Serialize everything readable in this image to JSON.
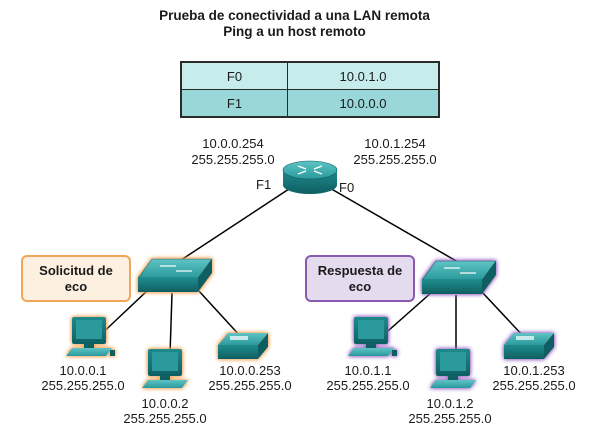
{
  "title": {
    "line1": "Prueba de conectividad a una LAN remota",
    "line2": "Ping a un host remoto"
  },
  "routing_table": [
    {
      "interface": "F0",
      "network": "10.0.1.0"
    },
    {
      "interface": "F1",
      "network": "10.0.0.0"
    }
  ],
  "router": {
    "left_ip": "10.0.0.254",
    "left_mask": "255.255.255.0",
    "right_ip": "10.0.1.254",
    "right_mask": "255.255.255.0",
    "port_left": "F1",
    "port_right": "F0"
  },
  "callouts": {
    "request": "Solicitud de eco",
    "reply": "Respuesta de eco"
  },
  "hosts": {
    "left_pc1": {
      "ip": "10.0.0.1",
      "mask": "255.255.255.0"
    },
    "left_pc2": {
      "ip": "10.0.0.2",
      "mask": "255.255.255.0"
    },
    "left_printer": {
      "ip": "10.0.0.253",
      "mask": "255.255.255.0"
    },
    "right_pc1": {
      "ip": "10.0.1.1",
      "mask": "255.255.255.0"
    },
    "right_pc2": {
      "ip": "10.0.1.2",
      "mask": "255.255.255.0"
    },
    "right_printer": {
      "ip": "10.0.1.253",
      "mask": "255.255.255.0"
    }
  },
  "colors": {
    "device_teal": "#1f8a8c",
    "device_dark": "#0f5f62",
    "request_highlight": "#f2a65a",
    "reply_highlight": "#8a5ab0"
  }
}
